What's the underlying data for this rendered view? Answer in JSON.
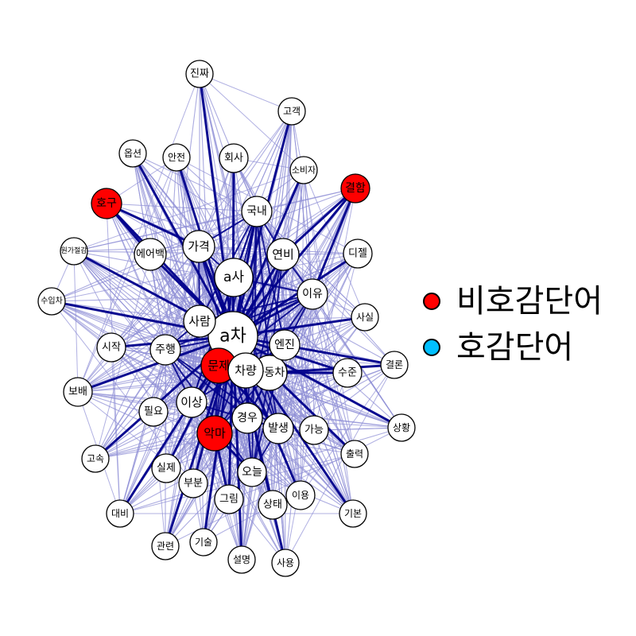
{
  "colors": {
    "negative": "#ff0000",
    "positive": "#00bfff",
    "neutral": "#ffffff",
    "edge": "#00008b",
    "edge_light": "#8f8fd6"
  },
  "legend": [
    {
      "label": "비호감단어",
      "color": "#ff0000"
    },
    {
      "label": "호감단어",
      "color": "#00bfff"
    }
  ],
  "nodes": [
    {
      "id": "a차",
      "type": "neutral"
    },
    {
      "id": "a사",
      "type": "neutral"
    },
    {
      "id": "문제",
      "type": "negative"
    },
    {
      "id": "악마",
      "type": "negative"
    },
    {
      "id": "호구",
      "type": "negative"
    },
    {
      "id": "결함",
      "type": "negative"
    },
    {
      "id": "사람",
      "type": "neutral"
    },
    {
      "id": "자동차",
      "type": "neutral"
    },
    {
      "id": "차량",
      "type": "neutral"
    },
    {
      "id": "가격",
      "type": "neutral"
    },
    {
      "id": "에어백",
      "type": "neutral"
    },
    {
      "id": "연비",
      "type": "neutral"
    },
    {
      "id": "국내",
      "type": "neutral"
    },
    {
      "id": "엔진",
      "type": "neutral"
    },
    {
      "id": "이유",
      "type": "neutral"
    },
    {
      "id": "주행",
      "type": "neutral"
    },
    {
      "id": "이상",
      "type": "neutral"
    },
    {
      "id": "경우",
      "type": "neutral"
    },
    {
      "id": "발생",
      "type": "neutral"
    },
    {
      "id": "오늘",
      "type": "neutral"
    },
    {
      "id": "진짜",
      "type": "neutral"
    },
    {
      "id": "고객",
      "type": "neutral"
    },
    {
      "id": "옵션",
      "type": "neutral"
    },
    {
      "id": "안전",
      "type": "neutral"
    },
    {
      "id": "회사",
      "type": "neutral"
    },
    {
      "id": "소비자",
      "type": "neutral"
    },
    {
      "id": "원가절감",
      "type": "neutral"
    },
    {
      "id": "디젤",
      "type": "neutral"
    },
    {
      "id": "수입차",
      "type": "neutral"
    },
    {
      "id": "사실",
      "type": "neutral"
    },
    {
      "id": "시작",
      "type": "neutral"
    },
    {
      "id": "결론",
      "type": "neutral"
    },
    {
      "id": "수준",
      "type": "neutral"
    },
    {
      "id": "보배",
      "type": "neutral"
    },
    {
      "id": "필요",
      "type": "neutral"
    },
    {
      "id": "상황",
      "type": "neutral"
    },
    {
      "id": "가능",
      "type": "neutral"
    },
    {
      "id": "고속",
      "type": "neutral"
    },
    {
      "id": "실제",
      "type": "neutral"
    },
    {
      "id": "출력",
      "type": "neutral"
    },
    {
      "id": "부분",
      "type": "neutral"
    },
    {
      "id": "그림",
      "type": "neutral"
    },
    {
      "id": "상태",
      "type": "neutral"
    },
    {
      "id": "이용",
      "type": "neutral"
    },
    {
      "id": "대비",
      "type": "neutral"
    },
    {
      "id": "기본",
      "type": "neutral"
    },
    {
      "id": "관련",
      "type": "neutral"
    },
    {
      "id": "기술",
      "type": "neutral"
    },
    {
      "id": "설명",
      "type": "neutral"
    },
    {
      "id": "사용",
      "type": "neutral"
    }
  ]
}
